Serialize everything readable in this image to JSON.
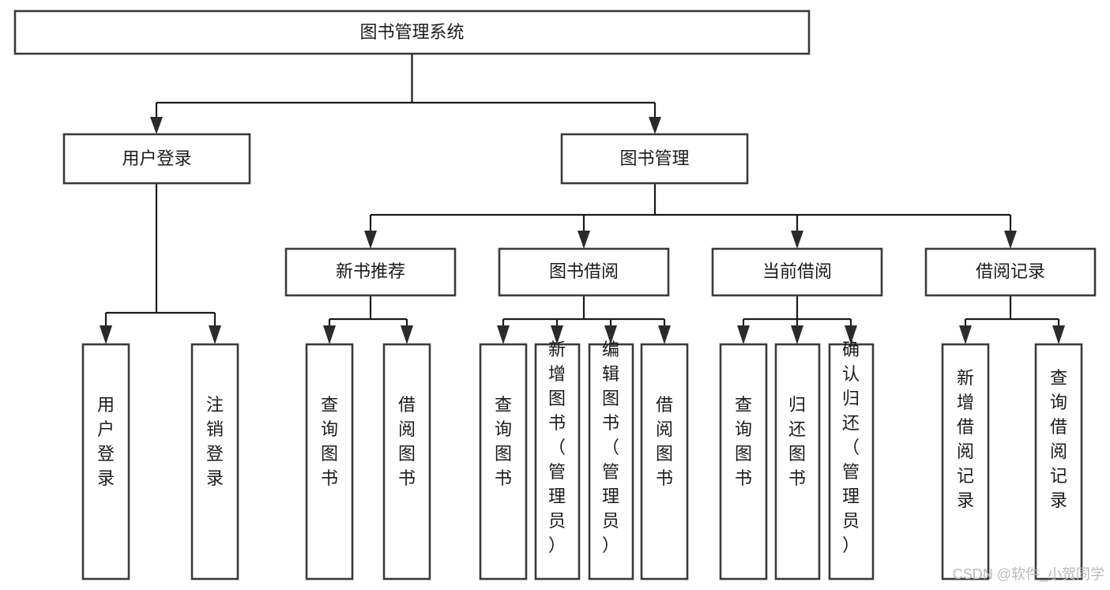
{
  "diagram": {
    "title": "图书管理系统",
    "type": "tree",
    "root": {
      "id": "root",
      "label": "图书管理系统",
      "orientation": "horizontal"
    },
    "level2": [
      {
        "id": "user-login",
        "label": "用户登录",
        "orientation": "horizontal"
      },
      {
        "id": "book-management",
        "label": "图书管理",
        "orientation": "horizontal"
      }
    ],
    "level3": [
      {
        "id": "new-book-recommend",
        "label": "新书推荐",
        "orientation": "horizontal",
        "parent": "book-management"
      },
      {
        "id": "book-borrow",
        "label": "图书借阅",
        "orientation": "horizontal",
        "parent": "book-management"
      },
      {
        "id": "current-borrow",
        "label": "当前借阅",
        "orientation": "horizontal",
        "parent": "book-management"
      },
      {
        "id": "borrow-record",
        "label": "借阅记录",
        "orientation": "horizontal",
        "parent": "book-management"
      }
    ],
    "leaves": [
      {
        "id": "leaf-user-login",
        "label": "用户登录",
        "orientation": "vertical",
        "parent": "user-login"
      },
      {
        "id": "leaf-user-logout",
        "label": "注销登录",
        "orientation": "vertical",
        "parent": "user-login"
      },
      {
        "id": "leaf-query-book-1",
        "label": "查询图书",
        "orientation": "vertical",
        "parent": "new-book-recommend"
      },
      {
        "id": "leaf-borrow-book-1",
        "label": "借阅图书",
        "orientation": "vertical",
        "parent": "new-book-recommend"
      },
      {
        "id": "leaf-query-book-2",
        "label": "查询图书",
        "orientation": "vertical",
        "parent": "book-borrow"
      },
      {
        "id": "leaf-add-book",
        "label": "新增图书（管理员）",
        "orientation": "vertical",
        "parent": "book-borrow"
      },
      {
        "id": "leaf-edit-book",
        "label": "编辑图书（管理员）",
        "orientation": "vertical",
        "parent": "book-borrow"
      },
      {
        "id": "leaf-borrow-book-2",
        "label": "借阅图书",
        "orientation": "vertical",
        "parent": "book-borrow"
      },
      {
        "id": "leaf-query-book-3",
        "label": "查询图书",
        "orientation": "vertical",
        "parent": "current-borrow"
      },
      {
        "id": "leaf-return-book",
        "label": "归还图书",
        "orientation": "vertical",
        "parent": "current-borrow"
      },
      {
        "id": "leaf-confirm-return",
        "label": "确认归还（管理员）",
        "orientation": "vertical",
        "parent": "current-borrow"
      },
      {
        "id": "leaf-add-record",
        "label": "新增借阅记录",
        "orientation": "vertical",
        "parent": "borrow-record"
      },
      {
        "id": "leaf-query-record",
        "label": "查询借阅记录",
        "orientation": "vertical",
        "parent": "borrow-record"
      }
    ],
    "colors": {
      "box_stroke": "#3a3a3a",
      "box_fill": "#ffffff",
      "connector": "#1b1b1b",
      "text": "#1b1b1b",
      "background": "#ffffff",
      "watermark": "#b9b9b9"
    }
  },
  "watermark": {
    "text": "CSDN @软件_小贺同学"
  }
}
